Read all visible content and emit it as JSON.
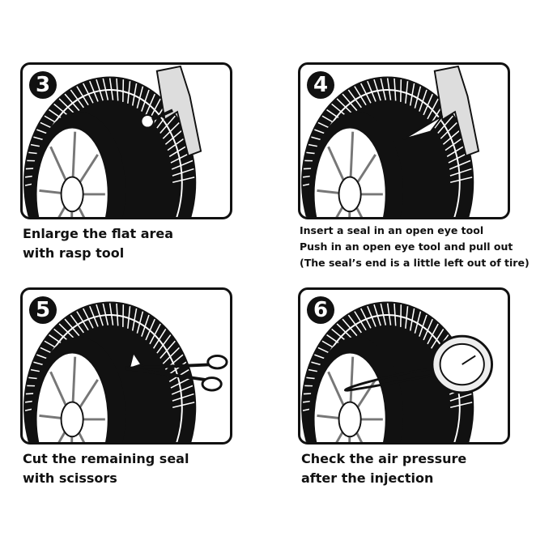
{
  "steps": [
    {
      "number": "3",
      "caption": [
        "Enlarge the flat area",
        "with rasp tool"
      ],
      "tool": "rasp-tool"
    },
    {
      "number": "4",
      "caption": [
        "Insert a seal in an open eye tool",
        "Push in an open eye tool and pull out",
        "(The seal’s end is a little left out of tire)"
      ],
      "tool": "open-eye-tool"
    },
    {
      "number": "5",
      "caption": [
        "Cut the remaining seal",
        "with scissors"
      ],
      "tool": "scissors"
    },
    {
      "number": "6",
      "caption": [
        "Check the air pressure",
        "after the injection"
      ],
      "tool": "pressure-gauge"
    }
  ]
}
